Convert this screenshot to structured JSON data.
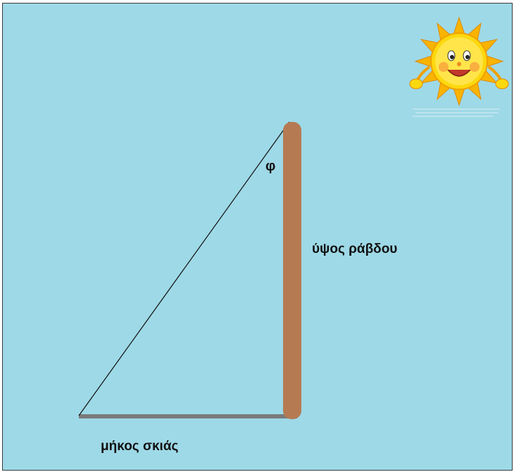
{
  "labels": {
    "rod_height": "ύψος ράβδου",
    "shadow_length": "μήκος σκιάς",
    "angle": "φ"
  },
  "icons": {
    "sun": "smiling-sun-icon"
  },
  "colors": {
    "background": "#9ed9e7",
    "rod": "#b57a52",
    "shadow": "#7a7a7a",
    "sun_rays": "#f8b400",
    "sun_face": "#fcd80e"
  }
}
